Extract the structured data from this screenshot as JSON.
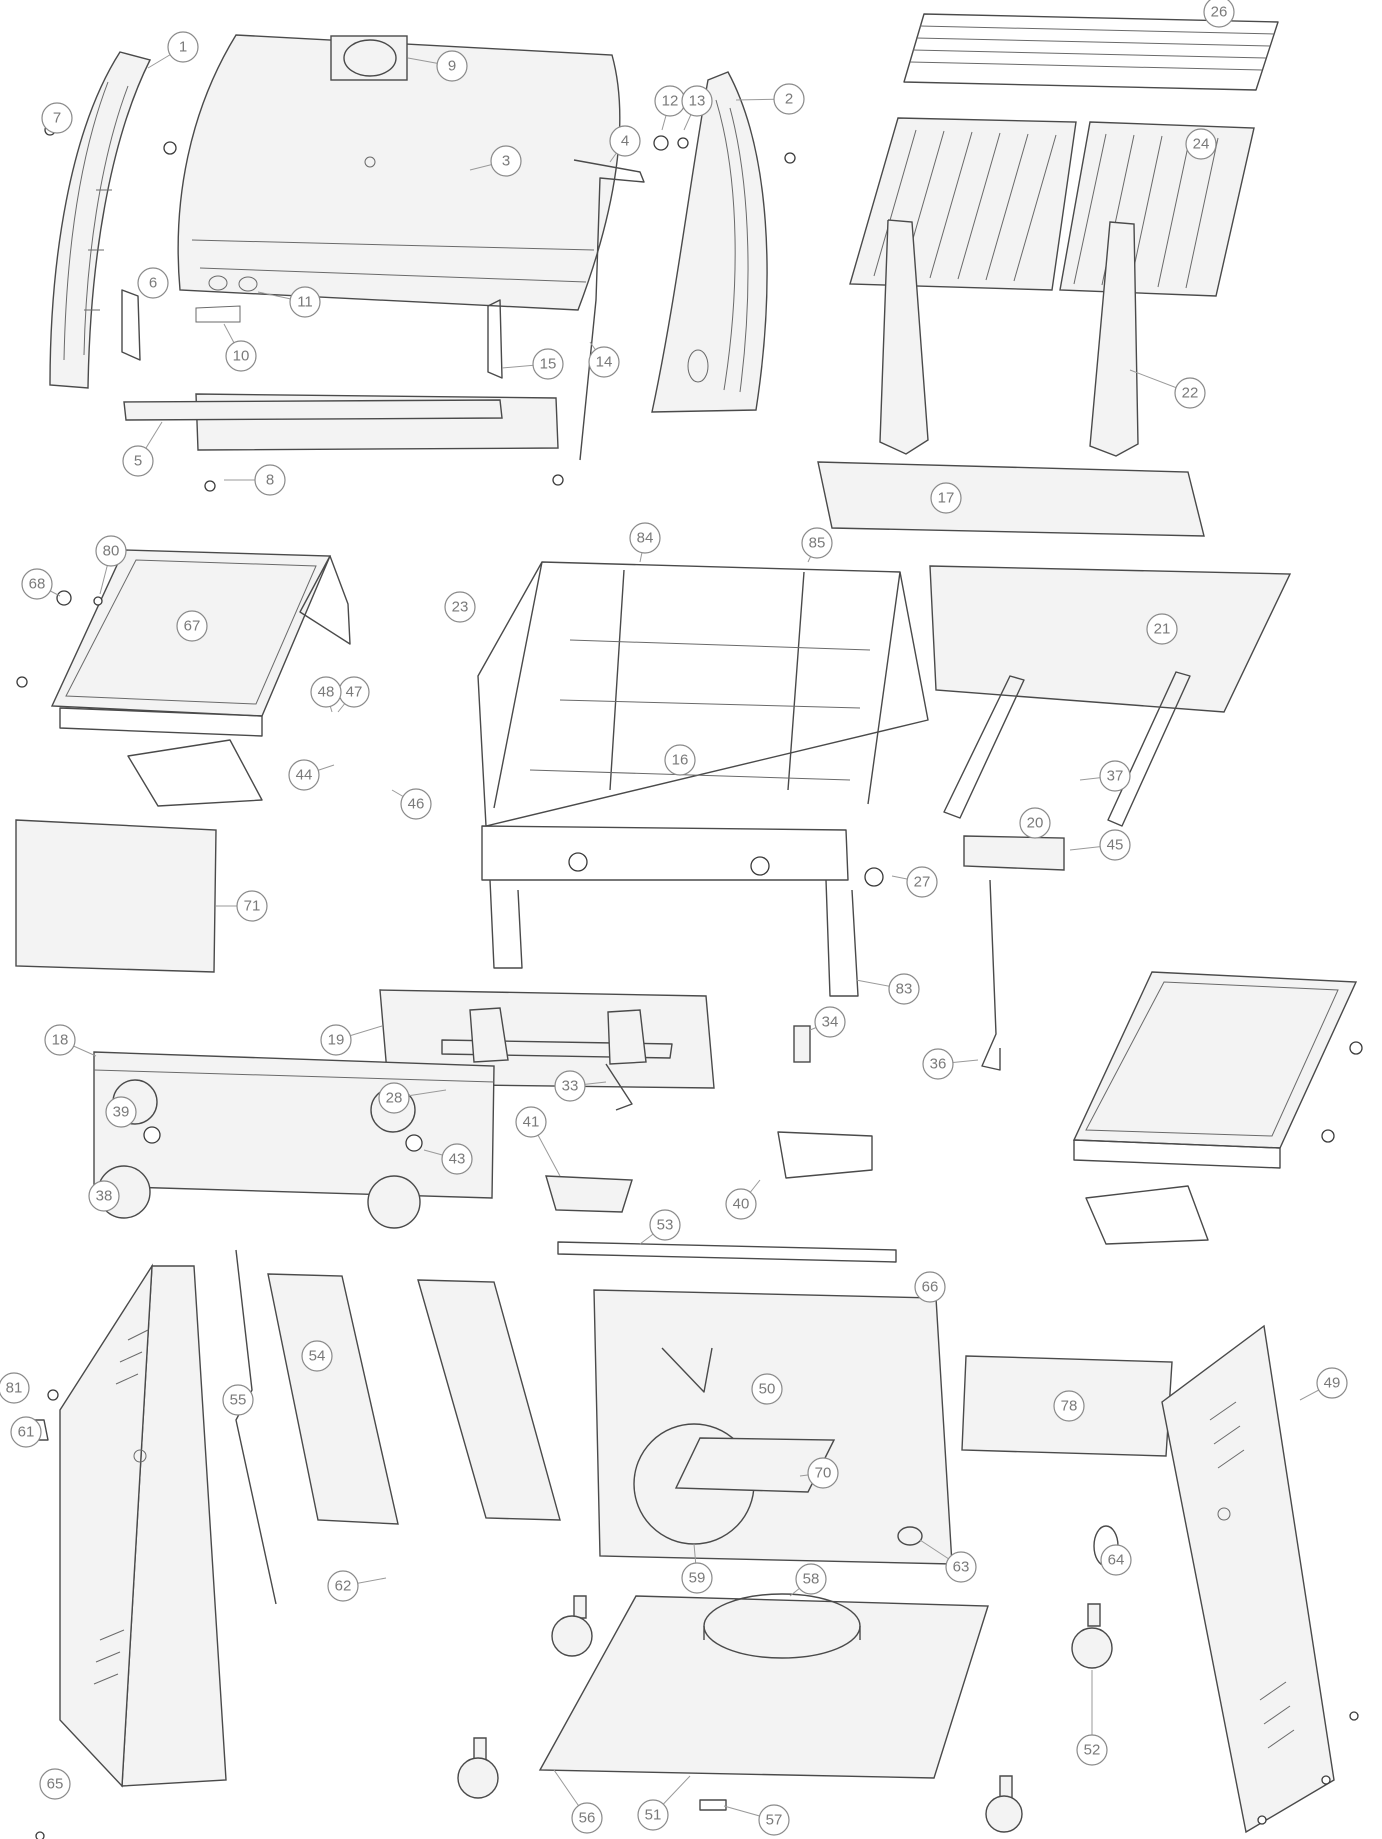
{
  "diagram": {
    "labels": [
      {
        "id": "p1",
        "text": "1"
      },
      {
        "id": "p2",
        "text": "2"
      },
      {
        "id": "p3",
        "text": "3"
      },
      {
        "id": "p4",
        "text": "4"
      },
      {
        "id": "p5",
        "text": "5"
      },
      {
        "id": "p6",
        "text": "6"
      },
      {
        "id": "p7",
        "text": "7"
      },
      {
        "id": "p8",
        "text": "8"
      },
      {
        "id": "p9",
        "text": "9"
      },
      {
        "id": "p10",
        "text": "10"
      },
      {
        "id": "p11",
        "text": "11"
      },
      {
        "id": "p12",
        "text": "12"
      },
      {
        "id": "p13",
        "text": "13"
      },
      {
        "id": "p14",
        "text": "14"
      },
      {
        "id": "p15",
        "text": "15"
      },
      {
        "id": "p16",
        "text": "16"
      },
      {
        "id": "p17",
        "text": "17"
      },
      {
        "id": "p18",
        "text": "18"
      },
      {
        "id": "p19",
        "text": "19"
      },
      {
        "id": "p20",
        "text": "20"
      },
      {
        "id": "p21",
        "text": "21"
      },
      {
        "id": "p22",
        "text": "22"
      },
      {
        "id": "p23",
        "text": "23"
      },
      {
        "id": "p24",
        "text": "24"
      },
      {
        "id": "p26",
        "text": "26"
      },
      {
        "id": "p27",
        "text": "27"
      },
      {
        "id": "p28",
        "text": "28"
      },
      {
        "id": "p33",
        "text": "33"
      },
      {
        "id": "p34",
        "text": "34"
      },
      {
        "id": "p36",
        "text": "36"
      },
      {
        "id": "p37",
        "text": "37"
      },
      {
        "id": "p38",
        "text": "38"
      },
      {
        "id": "p39",
        "text": "39"
      },
      {
        "id": "p40",
        "text": "40"
      },
      {
        "id": "p41",
        "text": "41"
      },
      {
        "id": "p43",
        "text": "43"
      },
      {
        "id": "p44",
        "text": "44"
      },
      {
        "id": "p45",
        "text": "45"
      },
      {
        "id": "p46",
        "text": "46"
      },
      {
        "id": "p47",
        "text": "47"
      },
      {
        "id": "p48",
        "text": "48"
      },
      {
        "id": "p49",
        "text": "49"
      },
      {
        "id": "p50",
        "text": "50"
      },
      {
        "id": "p51",
        "text": "51"
      },
      {
        "id": "p52",
        "text": "52"
      },
      {
        "id": "p53",
        "text": "53"
      },
      {
        "id": "p54",
        "text": "54"
      },
      {
        "id": "p55",
        "text": "55"
      },
      {
        "id": "p56",
        "text": "56"
      },
      {
        "id": "p57",
        "text": "57"
      },
      {
        "id": "p58",
        "text": "58"
      },
      {
        "id": "p59",
        "text": "59"
      },
      {
        "id": "p61",
        "text": "61"
      },
      {
        "id": "p62",
        "text": "62"
      },
      {
        "id": "p63",
        "text": "63"
      },
      {
        "id": "p64",
        "text": "64"
      },
      {
        "id": "p65",
        "text": "65"
      },
      {
        "id": "p66",
        "text": "66"
      },
      {
        "id": "p67",
        "text": "67"
      },
      {
        "id": "p68",
        "text": "68"
      },
      {
        "id": "p70",
        "text": "70"
      },
      {
        "id": "p71",
        "text": "71"
      },
      {
        "id": "p78",
        "text": "78"
      },
      {
        "id": "p80",
        "text": "80"
      },
      {
        "id": "p81",
        "text": "81"
      },
      {
        "id": "p83",
        "text": "83"
      },
      {
        "id": "p84",
        "text": "84"
      },
      {
        "id": "p85",
        "text": "85"
      }
    ]
  }
}
